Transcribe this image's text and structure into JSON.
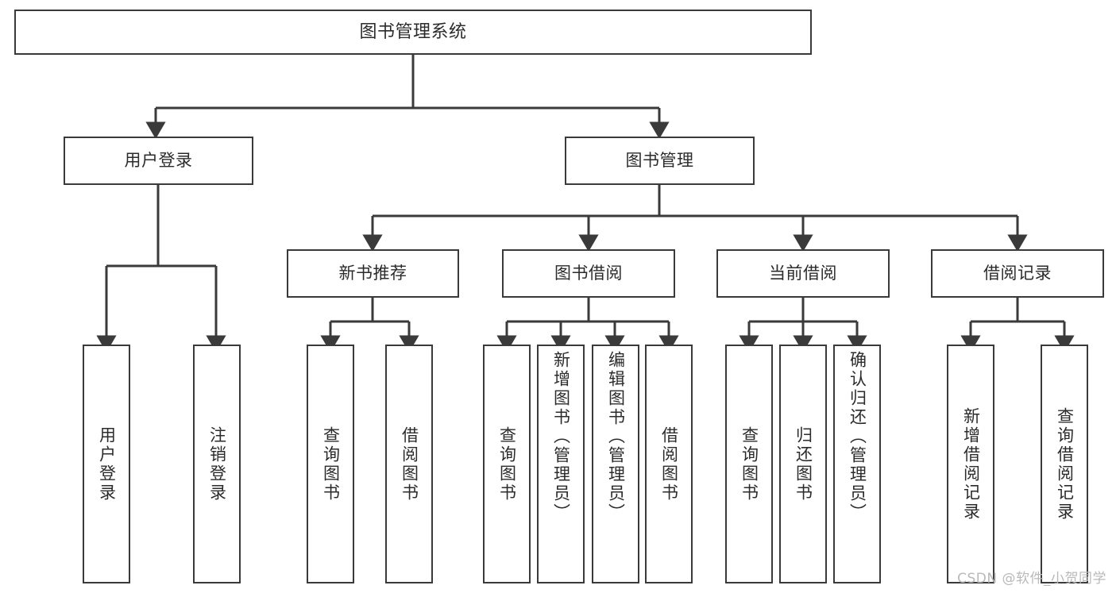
{
  "diagram": {
    "title": "图书管理系统",
    "type": "tree",
    "watermark": "CSDN @软件_小贺同学",
    "colors": {
      "node_border": "#3a3a3a",
      "node_fill": "#ffffff",
      "edge": "#3a3a3a",
      "text": "#2b2b2b",
      "watermark": "#b9b9b9"
    },
    "nodes": {
      "root": {
        "label": "图书管理系统"
      },
      "level1": [
        {
          "id": "user-login",
          "label": "用户登录"
        },
        {
          "id": "book-manage",
          "label": "图书管理"
        }
      ],
      "level2": [
        {
          "id": "new-book-recommend",
          "label": "新书推荐",
          "parent": "book-manage"
        },
        {
          "id": "book-borrow",
          "label": "图书借阅",
          "parent": "book-manage"
        },
        {
          "id": "current-borrow",
          "label": "当前借阅",
          "parent": "book-manage"
        },
        {
          "id": "borrow-record",
          "label": "借阅记录",
          "parent": "book-manage"
        }
      ],
      "leaves": [
        {
          "id": "leaf-user-login",
          "label": "用户登录",
          "parent": "user-login"
        },
        {
          "id": "leaf-logout",
          "label": "注销登录",
          "parent": "user-login"
        },
        {
          "id": "leaf-query-book-1",
          "label": "查询图书",
          "parent": "new-book-recommend"
        },
        {
          "id": "leaf-borrow-book-1",
          "label": "借阅图书",
          "parent": "new-book-recommend"
        },
        {
          "id": "leaf-query-book-2",
          "label": "查询图书",
          "parent": "book-borrow"
        },
        {
          "id": "leaf-add-book",
          "label": "新增图书（管理员）",
          "parent": "book-borrow"
        },
        {
          "id": "leaf-edit-book",
          "label": "编辑图书（管理员）",
          "parent": "book-borrow"
        },
        {
          "id": "leaf-borrow-book-2",
          "label": "借阅图书",
          "parent": "book-borrow"
        },
        {
          "id": "leaf-query-book-3",
          "label": "查询图书",
          "parent": "current-borrow"
        },
        {
          "id": "leaf-return-book",
          "label": "归还图书",
          "parent": "current-borrow"
        },
        {
          "id": "leaf-confirm-return",
          "label": "确认归还（管理员）",
          "parent": "current-borrow"
        },
        {
          "id": "leaf-add-record",
          "label": "新增借阅记录",
          "parent": "borrow-record"
        },
        {
          "id": "leaf-query-record",
          "label": "查询借阅记录",
          "parent": "borrow-record"
        }
      ]
    }
  }
}
